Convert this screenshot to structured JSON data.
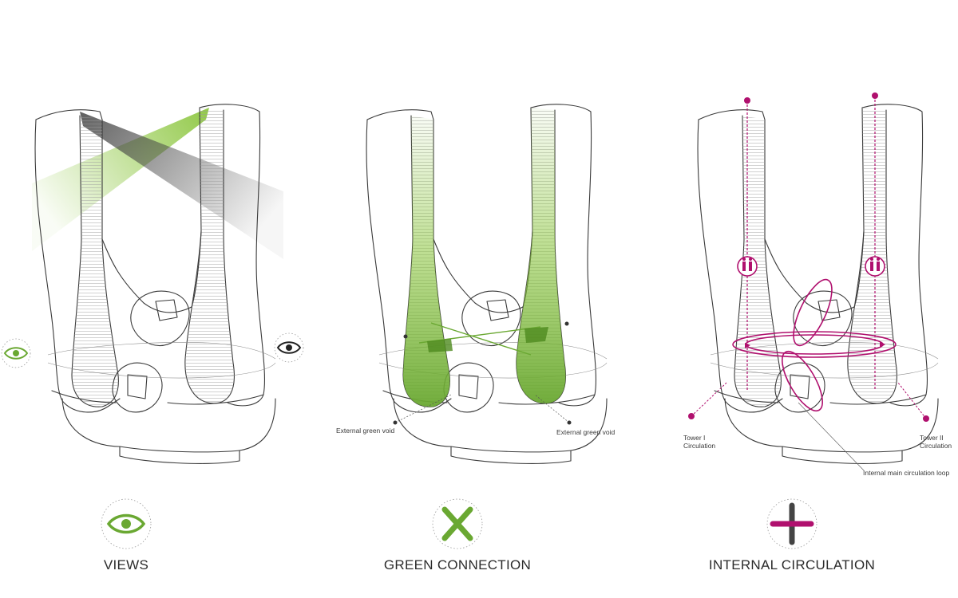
{
  "panels": [
    {
      "id": "views",
      "title": "VIEWS",
      "accent": "#6aa832",
      "icon": "eye-icon"
    },
    {
      "id": "green",
      "title": "GREEN CONNECTION",
      "accent": "#6aa832",
      "icon": "cross-icon"
    },
    {
      "id": "circulation",
      "title": "INTERNAL CIRCULATION",
      "accent": "#b0106e",
      "icon": "plus-icon"
    }
  ],
  "annotations": {
    "green_left": "External green void",
    "green_right": "External green void",
    "tower1_line1": "Tower I",
    "tower1_line2": "Circulation",
    "tower2_line1": "Tower II",
    "tower2_line2": "Circulation",
    "loop": "Internal main circulation loop"
  },
  "colors": {
    "green": "#8cc63f",
    "green_dark": "#4e8a1e",
    "magenta": "#b0106e",
    "grey_ray": "#555555",
    "outline": "#3a3a3a"
  }
}
